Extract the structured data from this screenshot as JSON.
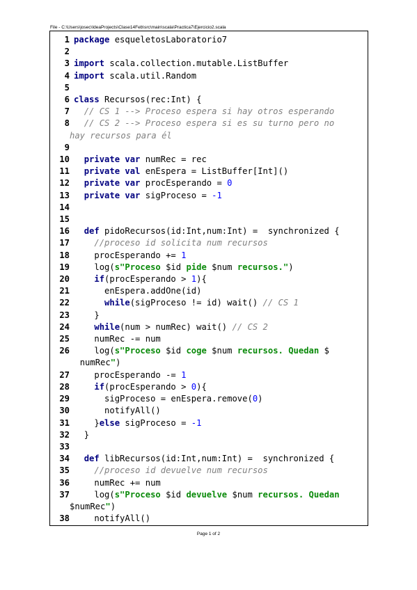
{
  "header": {
    "file_path": "File - C:\\Users\\josec\\IdeaProjects\\Clase14Feb\\src\\main\\scala\\Practica7\\Ejercicio2.scala"
  },
  "footer": {
    "page_label": "Page 1 of 2"
  },
  "code_lines": [
    {
      "num": "1",
      "tokens": [
        [
          "kw",
          "package"
        ],
        [
          "t",
          " esqueletosLaboratorio7"
        ]
      ]
    },
    {
      "num": "2",
      "tokens": []
    },
    {
      "num": "3",
      "tokens": [
        [
          "kw",
          "import"
        ],
        [
          "t",
          " scala.collection.mutable.ListBuffer"
        ]
      ]
    },
    {
      "num": "4",
      "tokens": [
        [
          "kw",
          "import"
        ],
        [
          "t",
          " scala.util.Random"
        ]
      ]
    },
    {
      "num": "5",
      "tokens": []
    },
    {
      "num": "6",
      "tokens": [
        [
          "kw",
          "class"
        ],
        [
          "t",
          " Recursos(rec:Int) {"
        ]
      ]
    },
    {
      "num": "7",
      "tokens": [
        [
          "t",
          "  "
        ],
        [
          "com",
          "// CS 1 --> Proceso espera si hay otros esperando"
        ]
      ]
    },
    {
      "num": "8",
      "tokens": [
        [
          "t",
          "  "
        ],
        [
          "com",
          "// CS 2 --> Proceso espera si es su turno pero no"
        ]
      ]
    },
    {
      "num": "",
      "tokens": [
        [
          "com",
          "hay recursos para él"
        ]
      ],
      "cont": true
    },
    {
      "num": "9",
      "tokens": []
    },
    {
      "num": "10",
      "tokens": [
        [
          "t",
          "  "
        ],
        [
          "kw",
          "private var"
        ],
        [
          "t",
          " numRec = rec"
        ]
      ]
    },
    {
      "num": "11",
      "tokens": [
        [
          "t",
          "  "
        ],
        [
          "kw",
          "private val"
        ],
        [
          "t",
          " enEspera = ListBuffer[Int]()"
        ]
      ]
    },
    {
      "num": "12",
      "tokens": [
        [
          "t",
          "  "
        ],
        [
          "kw",
          "private var"
        ],
        [
          "t",
          " procEsperando = "
        ],
        [
          "num",
          "0"
        ]
      ]
    },
    {
      "num": "13",
      "tokens": [
        [
          "t",
          "  "
        ],
        [
          "kw",
          "private var"
        ],
        [
          "t",
          " sigProceso = "
        ],
        [
          "num",
          "-1"
        ]
      ]
    },
    {
      "num": "14",
      "tokens": []
    },
    {
      "num": "15",
      "tokens": []
    },
    {
      "num": "16",
      "tokens": [
        [
          "t",
          "  "
        ],
        [
          "kw",
          "def"
        ],
        [
          "t",
          " pidoRecursos(id:Int,num:Int) =  synchronized {"
        ]
      ]
    },
    {
      "num": "17",
      "tokens": [
        [
          "t",
          "    "
        ],
        [
          "com",
          "//proceso id solicita num recursos"
        ]
      ]
    },
    {
      "num": "18",
      "tokens": [
        [
          "t",
          "    procEsperando += "
        ],
        [
          "num",
          "1"
        ]
      ]
    },
    {
      "num": "19",
      "tokens": [
        [
          "t",
          "    log("
        ],
        [
          "str",
          "s\"Proceso "
        ],
        [
          "t",
          "$id"
        ],
        [
          "str",
          " pide "
        ],
        [
          "t",
          "$num"
        ],
        [
          "str",
          " recursos.\""
        ],
        [
          "t",
          ")"
        ]
      ]
    },
    {
      "num": "20",
      "tokens": [
        [
          "t",
          "    "
        ],
        [
          "kw",
          "if"
        ],
        [
          "t",
          "(procEsperando > "
        ],
        [
          "num",
          "1"
        ],
        [
          "t",
          "){"
        ]
      ]
    },
    {
      "num": "21",
      "tokens": [
        [
          "t",
          "      enEspera.addOne(id)"
        ]
      ]
    },
    {
      "num": "22",
      "tokens": [
        [
          "t",
          "      "
        ],
        [
          "kw",
          "while"
        ],
        [
          "t",
          "(sigProceso != id) wait() "
        ],
        [
          "com",
          "// CS 1"
        ]
      ]
    },
    {
      "num": "23",
      "tokens": [
        [
          "t",
          "    }"
        ]
      ]
    },
    {
      "num": "24",
      "tokens": [
        [
          "t",
          "    "
        ],
        [
          "kw",
          "while"
        ],
        [
          "t",
          "(num > numRec) wait() "
        ],
        [
          "com",
          "// CS 2"
        ]
      ]
    },
    {
      "num": "25",
      "tokens": [
        [
          "t",
          "    numRec -= num"
        ]
      ]
    },
    {
      "num": "26",
      "tokens": [
        [
          "t",
          "    log("
        ],
        [
          "str",
          "s\"Proceso "
        ],
        [
          "t",
          "$id"
        ],
        [
          "str",
          " coge "
        ],
        [
          "t",
          "$num"
        ],
        [
          "str",
          " recursos. Quedan "
        ],
        [
          "t",
          "$"
        ]
      ]
    },
    {
      "num": "",
      "tokens": [
        [
          "t",
          "  numRec"
        ],
        [
          "str",
          "\""
        ],
        [
          "t",
          ")"
        ]
      ],
      "cont": true
    },
    {
      "num": "27",
      "tokens": [
        [
          "t",
          "    procEsperando -= "
        ],
        [
          "num",
          "1"
        ]
      ]
    },
    {
      "num": "28",
      "tokens": [
        [
          "t",
          "    "
        ],
        [
          "kw",
          "if"
        ],
        [
          "t",
          "(procEsperando > "
        ],
        [
          "num",
          "0"
        ],
        [
          "t",
          "){"
        ]
      ]
    },
    {
      "num": "29",
      "tokens": [
        [
          "t",
          "      sigProceso = enEspera.remove("
        ],
        [
          "num",
          "0"
        ],
        [
          "t",
          ")"
        ]
      ]
    },
    {
      "num": "30",
      "tokens": [
        [
          "t",
          "      notifyAll()"
        ]
      ]
    },
    {
      "num": "31",
      "tokens": [
        [
          "t",
          "    }"
        ],
        [
          "kw",
          "else"
        ],
        [
          "t",
          " sigProceso = "
        ],
        [
          "num",
          "-1"
        ]
      ]
    },
    {
      "num": "32",
      "tokens": [
        [
          "t",
          "  }"
        ]
      ]
    },
    {
      "num": "33",
      "tokens": []
    },
    {
      "num": "34",
      "tokens": [
        [
          "t",
          "  "
        ],
        [
          "kw",
          "def"
        ],
        [
          "t",
          " libRecursos(id:Int,num:Int) =  synchronized {"
        ]
      ]
    },
    {
      "num": "35",
      "tokens": [
        [
          "t",
          "    "
        ],
        [
          "com",
          "//proceso id devuelve num recursos"
        ]
      ]
    },
    {
      "num": "36",
      "tokens": [
        [
          "t",
          "    numRec += num"
        ]
      ]
    },
    {
      "num": "37",
      "tokens": [
        [
          "t",
          "    log("
        ],
        [
          "str",
          "s\"Proceso "
        ],
        [
          "t",
          "$id"
        ],
        [
          "str",
          " devuelve "
        ],
        [
          "t",
          "$num"
        ],
        [
          "str",
          " recursos. Quedan"
        ]
      ]
    },
    {
      "num": "",
      "tokens": [
        [
          "t",
          "$numRec"
        ],
        [
          "str",
          "\""
        ],
        [
          "t",
          ")"
        ]
      ],
      "cont": true
    },
    {
      "num": "38",
      "tokens": [
        [
          "t",
          "    notifyAll()"
        ]
      ]
    }
  ]
}
